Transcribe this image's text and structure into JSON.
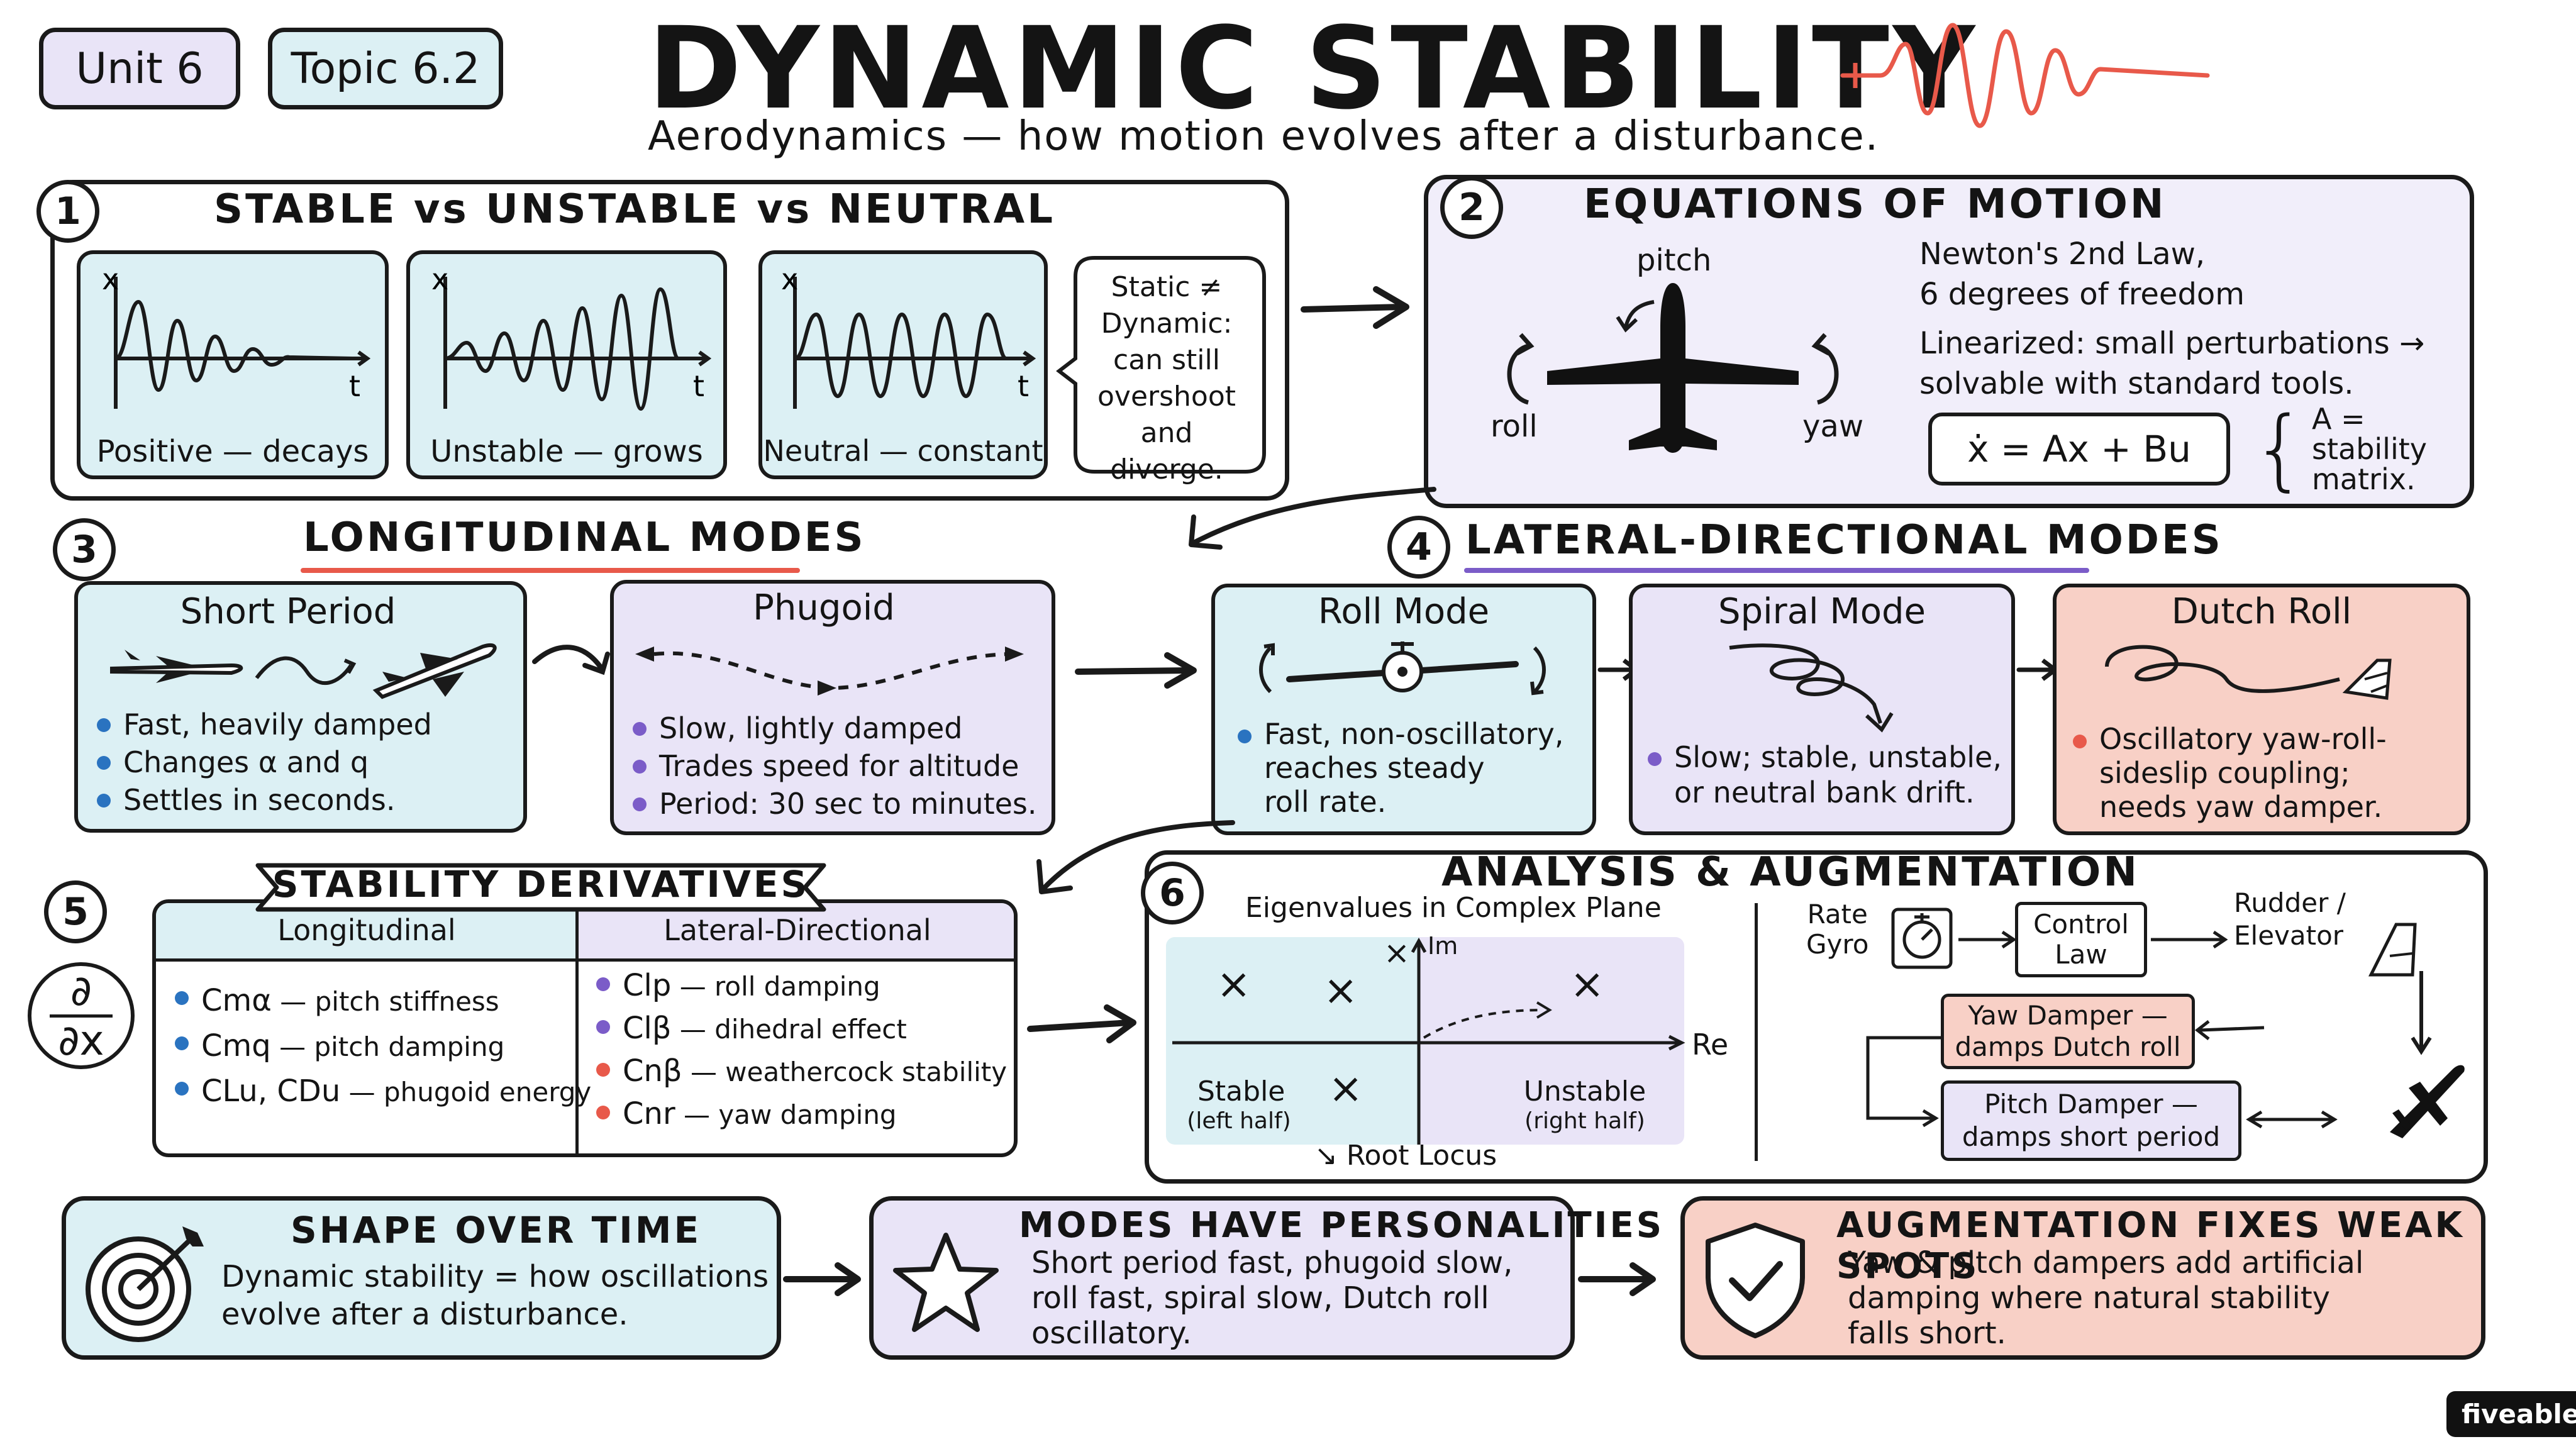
{
  "header": {
    "unit": "Unit 6",
    "topic": "Topic 6.2",
    "title": "DYNAMIC STABILITY",
    "subtitle": "Aerodynamics — how motion evolves after a disturbance."
  },
  "sec1": {
    "number": "1",
    "title": "STABLE vs UNSTABLE vs NEUTRAL",
    "x_label": "x",
    "t_label": "t",
    "panels": [
      {
        "label": "Positive — decays"
      },
      {
        "label": "Unstable — grows"
      },
      {
        "label": "Neutral — constant"
      }
    ],
    "note": [
      "Static ≠",
      "Dynamic:",
      "can still",
      "overshoot",
      "and diverge."
    ]
  },
  "sec2": {
    "number": "2",
    "title": "EQUATIONS OF MOTION",
    "pitch": "pitch",
    "roll": "roll",
    "yaw": "yaw",
    "line1": "Newton's 2nd Law,",
    "line2": "6 degrees of freedom",
    "line3": "Linearized: small perturbations →",
    "line4": "solvable with standard tools.",
    "equation": "ẋ = Ax + Bu",
    "matrix_note": [
      "A =",
      "stability",
      "matrix."
    ]
  },
  "sec3": {
    "number": "3",
    "title": "LONGITUDINAL MODES",
    "short_period": {
      "title": "Short Period",
      "bullets": [
        "Fast, heavily damped",
        "Changes α and q",
        "Settles in seconds."
      ]
    },
    "phugoid": {
      "title": "Phugoid",
      "bullets": [
        "Slow, lightly damped",
        "Trades speed for altitude",
        "Period: 30 sec to minutes."
      ]
    }
  },
  "sec4": {
    "number": "4",
    "title": "LATERAL-DIRECTIONAL MODES",
    "roll_mode": {
      "title": "Roll Mode",
      "text": [
        "Fast, non-oscillatory,",
        "reaches steady",
        "roll rate."
      ]
    },
    "spiral_mode": {
      "title": "Spiral Mode",
      "text": [
        "Slow; stable, unstable,",
        "or neutral bank drift."
      ]
    },
    "dutch_roll": {
      "title": "Dutch Roll",
      "text": [
        "Oscillatory yaw-roll-",
        "sideslip coupling;",
        "needs yaw damper."
      ]
    }
  },
  "sec5": {
    "number": "5",
    "title": "STABILITY DERIVATIVES",
    "partial": "∂",
    "partial_den": "∂x",
    "col1_header": "Longitudinal",
    "col2_header": "Lateral-Directional",
    "col1": [
      {
        "sym": "Cmα",
        "desc": "— pitch stiffness"
      },
      {
        "sym": "Cmq",
        "desc": "— pitch damping"
      },
      {
        "sym": "CLu, CDu",
        "desc": "— phugoid energy"
      }
    ],
    "col2": [
      {
        "sym": "Clp",
        "desc": "— roll damping"
      },
      {
        "sym": "Clβ",
        "desc": "— dihedral effect"
      },
      {
        "sym": "Cnβ",
        "desc": "— weathercock stability"
      },
      {
        "sym": "Cnr",
        "desc": "— yaw damping"
      }
    ]
  },
  "sec6": {
    "number": "6",
    "title": "ANALYSIS & AUGMENTATION",
    "plot_title": "Eigenvalues in Complex Plane",
    "im": "Im",
    "re": "Re",
    "marker": "×",
    "stable": "Stable",
    "stable_sub": "(left half)",
    "unstable": "Unstable",
    "unstable_sub": "(right half)",
    "root_locus": "↘ Root Locus",
    "rate_gyro": [
      "Rate",
      "Gyro"
    ],
    "control_law": [
      "Control",
      "Law"
    ],
    "rudder": [
      "Rudder /",
      "Elevator"
    ],
    "yaw_damper": [
      "Yaw Damper —",
      "damps Dutch roll"
    ],
    "pitch_damper": [
      "Pitch Damper —",
      "damps short period"
    ]
  },
  "footer": {
    "card1": {
      "title": "SHAPE OVER TIME",
      "text": [
        "Dynamic stability = how oscillations",
        "evolve after a disturbance."
      ]
    },
    "card2": {
      "title": "MODES HAVE PERSONALITIES",
      "text": [
        "Short period fast, phugoid slow,",
        "roll fast, spiral slow, Dutch roll",
        "oscillatory."
      ]
    },
    "card3": {
      "title": "AUGMENTATION FIXES WEAK SPOTS",
      "text": [
        "Yaw & pitch dampers add artificial",
        "damping where natural stability",
        "falls short."
      ]
    }
  },
  "brand": "fiveable",
  "colors": {
    "blue_fill": "#dcf0f4",
    "purple_fill": "#e9e4f7",
    "salmon_fill": "#f8d0c6",
    "accent_red": "#e8594a",
    "accent_purple": "#7b5cc8",
    "bullet_blue": "#2a73c0",
    "bullet_purple": "#7b5cc8",
    "bullet_red": "#e8594a"
  }
}
